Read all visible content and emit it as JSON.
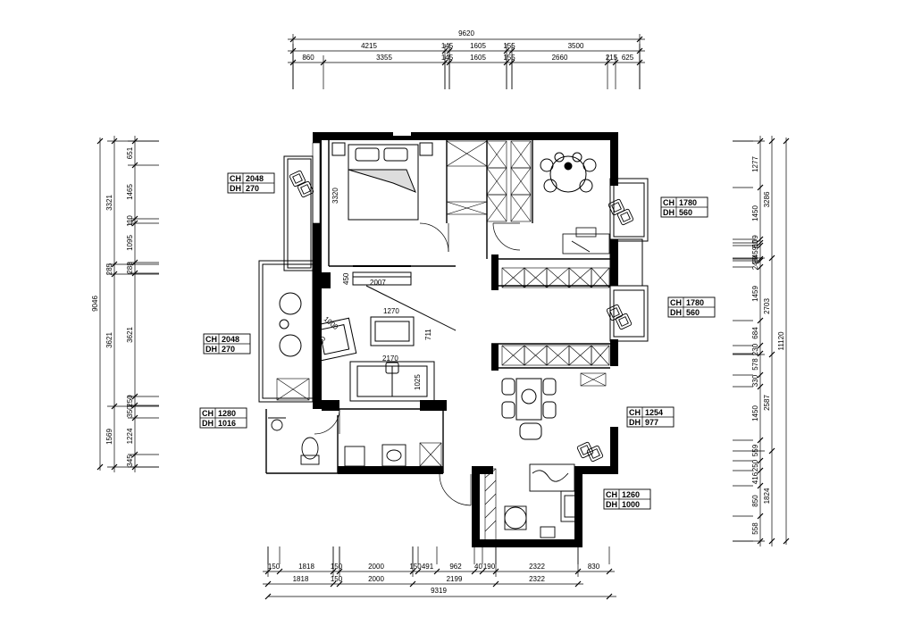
{
  "dimensions": {
    "top_total": "9620",
    "top_row1": [
      "4215",
      "145",
      "1605",
      "155",
      "3500"
    ],
    "top_row2": [
      "860",
      "3355",
      "145",
      "1605",
      "155",
      "2660",
      "215",
      "625"
    ],
    "bottom_row1": [
      "150",
      "1818",
      "150",
      "2000",
      "150",
      "491",
      "962",
      "40",
      "190",
      "2322",
      "830"
    ],
    "bottom_row2": [
      "1818",
      "150",
      "2000",
      "2199",
      "2322"
    ],
    "bottom_total": "9319",
    "left_total": "9046",
    "left_row1": [
      "3321",
      "285",
      "3621",
      "1569"
    ],
    "left_row2": [
      "651",
      "1465",
      "110",
      "1095",
      "288",
      "3621",
      "250",
      "350",
      "1224",
      "345"
    ],
    "right_total": "11120",
    "right_row1": [
      "3286",
      "2703",
      "2587",
      "1824"
    ],
    "right_row2": [
      "1277",
      "1450",
      "109",
      "60",
      "459",
      "90",
      "240",
      "1459",
      "684",
      "230",
      "578",
      "330",
      "1450",
      "559",
      "250",
      "416",
      "850",
      "558"
    ]
  },
  "interior_labels": {
    "bedroom_width": "3320",
    "beam_depth": "450",
    "living_span": "2007",
    "tv_width": "1270",
    "tv_depth": "711",
    "sofa_width": "2170",
    "sofa_depth": "1025",
    "armchair_width": "1000",
    "armchair_depth": "1000"
  },
  "window_tags": [
    {
      "ch": "CH",
      "ch_val": "2048",
      "dh": "DH",
      "dh_val": "270"
    },
    {
      "ch": "CH",
      "ch_val": "1780",
      "dh": "DH",
      "dh_val": "560"
    },
    {
      "ch": "CH",
      "ch_val": "1780",
      "dh": "DH",
      "dh_val": "560"
    },
    {
      "ch": "CH",
      "ch_val": "2048",
      "dh": "DH",
      "dh_val": "270"
    },
    {
      "ch": "CH",
      "ch_val": "1280",
      "dh": "DH",
      "dh_val": "1016"
    },
    {
      "ch": "CH",
      "ch_val": "1254",
      "dh": "DH",
      "dh_val": "977"
    },
    {
      "ch": "CH",
      "ch_val": "1260",
      "dh": "DH",
      "dh_val": "1000"
    }
  ]
}
